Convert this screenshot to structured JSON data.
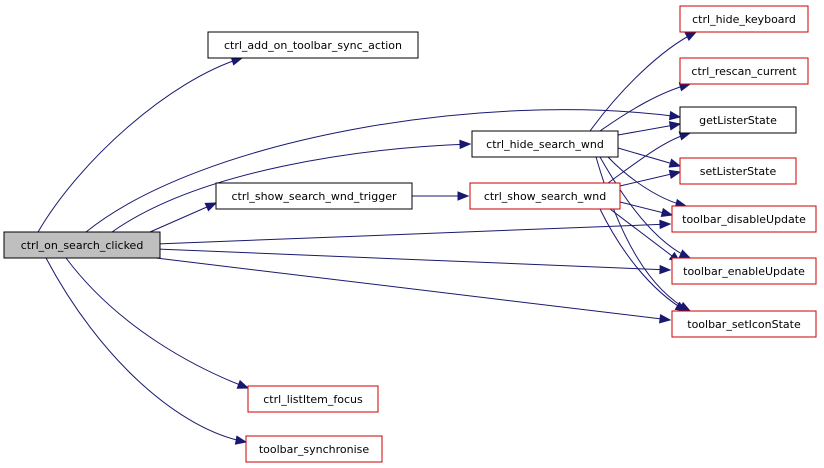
{
  "nodes": [
    {
      "id": "root",
      "label": "ctrl_on_search_clicked",
      "style": "root"
    },
    {
      "id": "add_sync",
      "label": "ctrl_add_on_toolbar_sync_action",
      "style": "black"
    },
    {
      "id": "show_trigger",
      "label": "ctrl_show_search_wnd_trigger",
      "style": "black"
    },
    {
      "id": "hide_search",
      "label": "ctrl_hide_search_wnd",
      "style": "black"
    },
    {
      "id": "show_search",
      "label": "ctrl_show_search_wnd",
      "style": "red"
    },
    {
      "id": "hide_kbd",
      "label": "ctrl_hide_keyboard",
      "style": "red"
    },
    {
      "id": "rescan",
      "label": "ctrl_rescan_current",
      "style": "red"
    },
    {
      "id": "getlister",
      "label": "getListerState",
      "style": "black"
    },
    {
      "id": "setlister",
      "label": "setListerState",
      "style": "red"
    },
    {
      "id": "disupd",
      "label": "toolbar_disableUpdate",
      "style": "red"
    },
    {
      "id": "enupd",
      "label": "toolbar_enableUpdate",
      "style": "red"
    },
    {
      "id": "seticon",
      "label": "toolbar_setIconState",
      "style": "red"
    },
    {
      "id": "listfocus",
      "label": "ctrl_listItem_focus",
      "style": "red"
    },
    {
      "id": "tbsync",
      "label": "toolbar_synchronise",
      "style": "red"
    }
  ],
  "edges": [
    {
      "from": "root",
      "to": "add_sync"
    },
    {
      "from": "root",
      "to": "getlister"
    },
    {
      "from": "root",
      "to": "hide_search"
    },
    {
      "from": "root",
      "to": "show_trigger"
    },
    {
      "from": "root",
      "to": "disupd"
    },
    {
      "from": "root",
      "to": "enupd"
    },
    {
      "from": "root",
      "to": "seticon"
    },
    {
      "from": "root",
      "to": "listfocus"
    },
    {
      "from": "root",
      "to": "tbsync"
    },
    {
      "from": "show_trigger",
      "to": "show_search"
    },
    {
      "from": "hide_search",
      "to": "hide_kbd"
    },
    {
      "from": "hide_search",
      "to": "rescan"
    },
    {
      "from": "hide_search",
      "to": "getlister"
    },
    {
      "from": "hide_search",
      "to": "setlister"
    },
    {
      "from": "hide_search",
      "to": "disupd"
    },
    {
      "from": "hide_search",
      "to": "enupd"
    },
    {
      "from": "hide_search",
      "to": "seticon"
    },
    {
      "from": "show_search",
      "to": "getlister"
    },
    {
      "from": "show_search",
      "to": "setlister"
    },
    {
      "from": "show_search",
      "to": "disupd"
    },
    {
      "from": "show_search",
      "to": "enupd"
    },
    {
      "from": "show_search",
      "to": "seticon"
    }
  ],
  "colors": {
    "edge": "#191970",
    "red_border": "#cc0000",
    "root_fill": "#bfbfbf"
  }
}
